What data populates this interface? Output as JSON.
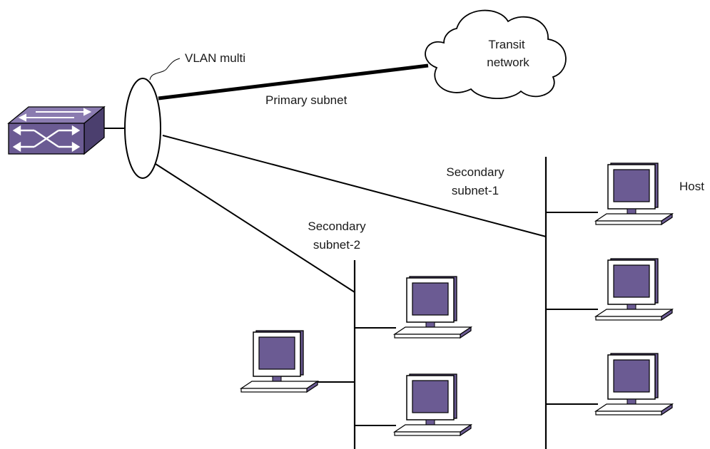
{
  "labels": {
    "vlan": "VLAN multi",
    "transit_line1": "Transit",
    "transit_line2": "network",
    "primary": "Primary subnet",
    "sec1_line1": "Secondary",
    "sec1_line2": "subnet-1",
    "sec2_line1": "Secondary",
    "sec2_line2": "subnet-2",
    "host": "Host"
  },
  "colors": {
    "device_purple": "#6b5b93",
    "device_dark": "#4b3f6e",
    "device_top": "#8a7bb0",
    "screen": "#6b5b93",
    "monitor_body": "#ffffff",
    "outline": "#000000"
  },
  "icons": {
    "switch": "network-switch-icon",
    "cloud": "cloud-icon",
    "computer": "desktop-computer-icon"
  }
}
